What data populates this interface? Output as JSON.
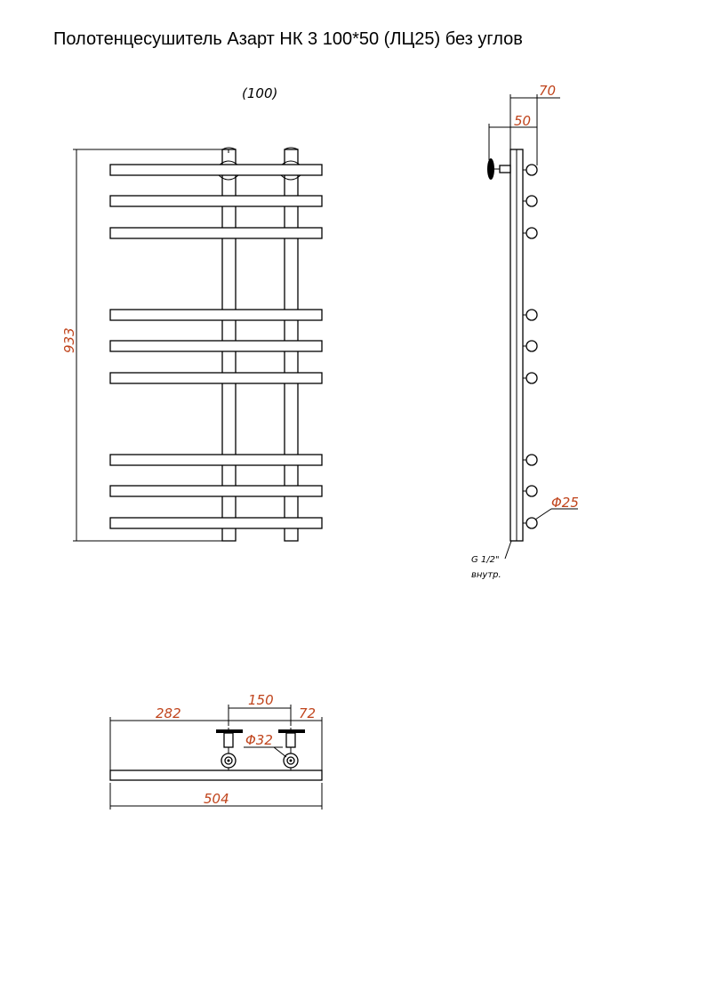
{
  "title": "Полотенцесушитель Азарт НК 3 100*50 (ЛЦ25) без углов",
  "front_view": {
    "center_distance_label": "(100)",
    "height_label": "933"
  },
  "side_view": {
    "depth_total_label": "70",
    "depth_label": "50",
    "rung_diameter_label": "Φ25",
    "thread_label": "G 1/2\"",
    "thread_note": "внутр."
  },
  "top_view": {
    "offset_left_label": "282",
    "center_distance_label": "150",
    "offset_right_label": "72",
    "pipe_diameter_label": "Φ32",
    "width_label": "504"
  },
  "colors": {
    "dimension_text": "#c0441c",
    "line": "#000000"
  }
}
